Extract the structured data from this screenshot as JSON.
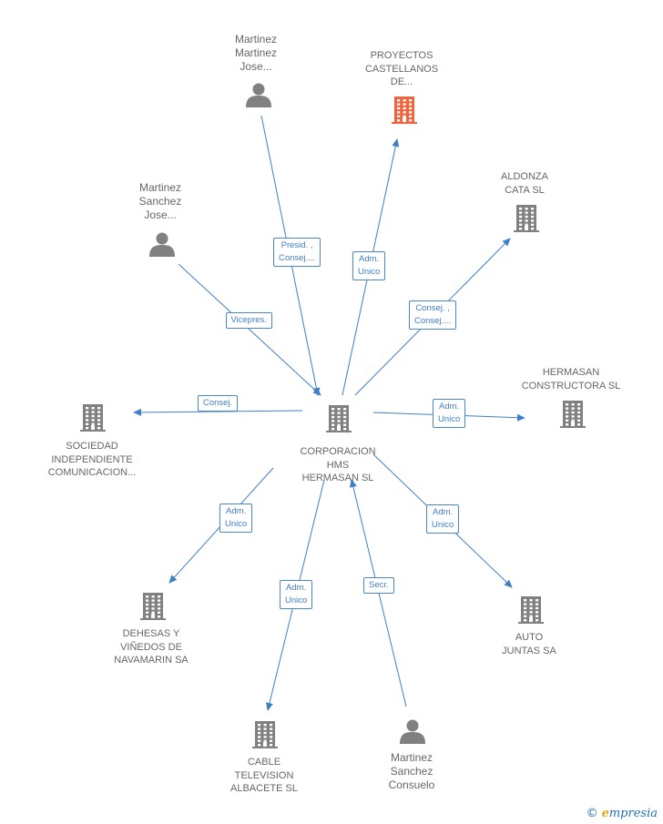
{
  "colors": {
    "edge": "#3f7fc6",
    "node_default": "#808080",
    "node_highlight": "#f0643c"
  },
  "nodes": [
    {
      "id": "center",
      "type": "company",
      "label": "CORPORACION\nHMS\nHERMASAN SL",
      "highlight": false
    },
    {
      "id": "mm",
      "type": "person",
      "label": "Martinez\nMartinez\nJose...",
      "highlight": false
    },
    {
      "id": "pc",
      "type": "company",
      "label": "PROYECTOS\nCASTELLANOS\nDE...",
      "highlight": true
    },
    {
      "id": "ac",
      "type": "company",
      "label": "ALDONZA\nCATA SL",
      "highlight": false
    },
    {
      "id": "ms",
      "type": "person",
      "label": "Martinez\nSanchez\nJose...",
      "highlight": false
    },
    {
      "id": "hc",
      "type": "company",
      "label": "HERMASAN\nCONSTRUCTORA SL",
      "highlight": false
    },
    {
      "id": "si",
      "type": "company",
      "label": "SOCIEDAD\nINDEPENDIENTE\nCOMUNICACION...",
      "highlight": false
    },
    {
      "id": "dv",
      "type": "company",
      "label": "DEHESAS Y\nVIÑEDOS DE\nNAVAMARIN SA",
      "highlight": false
    },
    {
      "id": "aj",
      "type": "company",
      "label": "AUTO\nJUNTAS SA",
      "highlight": false
    },
    {
      "id": "ct",
      "type": "company",
      "label": "CABLE\nTELEVISION\nALBACETE SL",
      "highlight": false
    },
    {
      "id": "mc",
      "type": "person",
      "label": "Martinez\nSanchez\nConsuelo",
      "highlight": false
    }
  ],
  "edges": [
    {
      "from": "mm",
      "to": "center",
      "label": "Presid. ,\nConsej...."
    },
    {
      "from": "center",
      "to": "pc",
      "label": "Adm.\nUnico"
    },
    {
      "from": "center",
      "to": "ac",
      "label": "Consej. ,\nConsej...."
    },
    {
      "from": "ms",
      "to": "center",
      "label": "Vicepres."
    },
    {
      "from": "center",
      "to": "hc",
      "label": "Adm.\nUnico"
    },
    {
      "from": "center",
      "to": "si",
      "label": "Consej."
    },
    {
      "from": "center",
      "to": "dv",
      "label": "Adm.\nUnico"
    },
    {
      "from": "center",
      "to": "aj",
      "label": "Adm.\nUnico"
    },
    {
      "from": "center",
      "to": "ct",
      "label": "Adm.\nUnico"
    },
    {
      "from": "mc",
      "to": "center",
      "label": "Secr."
    }
  ],
  "watermark": {
    "symbol": "©",
    "initial": "e",
    "text": "mpresia"
  }
}
